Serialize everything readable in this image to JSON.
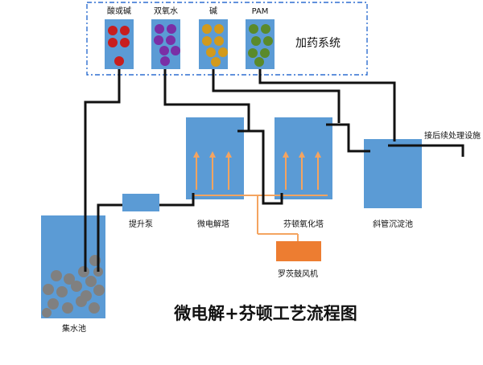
{
  "title": "微电解+芬顿工艺流程图",
  "dosing_system": {
    "label": "加药系统",
    "chemicals": [
      {
        "label": "酸或碱",
        "color": "#c81e1e"
      },
      {
        "label": "双氧水",
        "color": "#7a2fa6"
      },
      {
        "label": "碱",
        "color": "#d29a1c"
      },
      {
        "label": "PAM",
        "color": "#5a8a2a"
      }
    ],
    "border_color": "#2f6fd0"
  },
  "units": {
    "collection_tank": "集水池",
    "lift_pump": "提升泵",
    "micro_electrolysis_tower": "微电解塔",
    "fenton_oxidation_tower": "芬顿氧化塔",
    "inclined_tube_settler": "斜管沉淀池",
    "roots_blower": "罗茨鼓风机",
    "downstream": "接后续处理设施"
  },
  "colors": {
    "tank_fill": "#5b9bd5",
    "blower_fill": "#ed7d31",
    "air_line": "#f4a460",
    "pipe": "#111111",
    "media": "#808080"
  }
}
